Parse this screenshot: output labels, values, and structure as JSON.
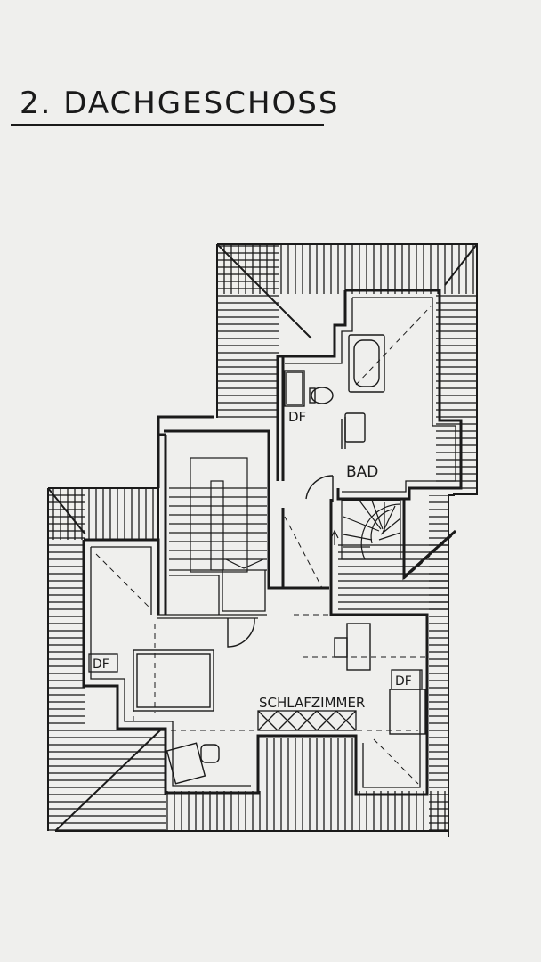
{
  "title": "2. DACHGESCHOSS",
  "labels": {
    "bad": "BAD",
    "schlafzimmer": "SCHLAFZIMMER",
    "df_top": "DF",
    "df_left": "DF",
    "df_right": "DF"
  },
  "colors": {
    "ink": "#1a1a1a",
    "paper": "#efefed"
  }
}
